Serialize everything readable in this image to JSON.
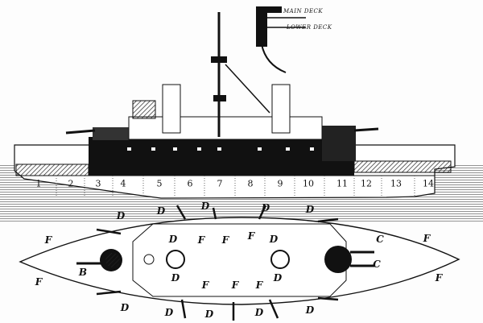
{
  "diagram": {
    "deck_labels": {
      "main_deck": "MAIN DECK",
      "lower_deck": "LOWER DECK"
    },
    "compartments": [
      "1",
      "2",
      "3",
      "4",
      "5",
      "6",
      "7",
      "8",
      "9",
      "10",
      "11",
      "12",
      "13",
      "14"
    ],
    "plan_labels": {
      "D": [
        "D",
        "D",
        "D",
        "D",
        "D",
        "D",
        "D",
        "D",
        "D",
        "D",
        "D",
        "D",
        "D",
        "D"
      ],
      "F": [
        "F",
        "F",
        "F",
        "F",
        "F",
        "F",
        "F",
        "F",
        "F",
        "F"
      ],
      "B": [
        "B"
      ],
      "C": [
        "C",
        "C"
      ]
    }
  }
}
